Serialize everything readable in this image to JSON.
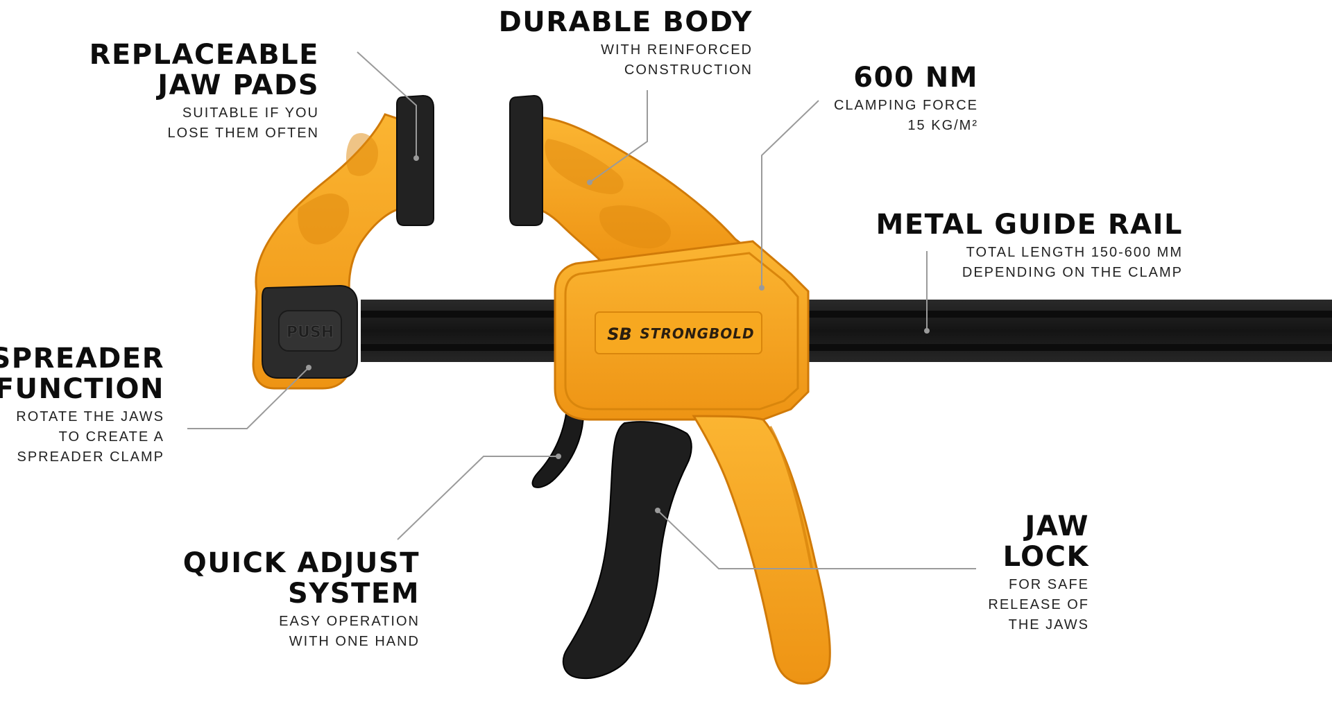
{
  "callouts": {
    "jaw_pads": {
      "title": "REPLACEABLE\nJAW PADS",
      "description": "SUITABLE IF YOU\nLOSE THEM OFTEN"
    },
    "durable_body": {
      "title": "DURABLE BODY",
      "description": "WITH REINFORCED\nCONSTRUCTION"
    },
    "clamping_force": {
      "title": "600 NM",
      "description": "CLAMPING FORCE\n15 KG/M²"
    },
    "guide_rail": {
      "title": "METAL GUIDE RAIL",
      "description": "TOTAL LENGTH 150-600 MM\nDEPENDING ON THE CLAMP"
    },
    "spreader": {
      "title": "SPREADER\nFUNCTION",
      "description": "ROTATE THE JAWS\nTO CREATE A\nSPREADER CLAMP"
    },
    "quick_adjust": {
      "title": "QUICK ADJUST\nSYSTEM",
      "description": "EASY OPERATION\nWITH ONE HAND"
    },
    "jaw_lock": {
      "title": "JAW\nLOCK",
      "description": "FOR SAFE\nRELEASE OF\nTHE JAWS"
    }
  },
  "product": {
    "brand_monogram": "SB",
    "brand_name": "STRONGBOLD",
    "push_label": "PUSH"
  },
  "colors": {
    "body_orange": "#F5A21D",
    "body_dark_orange": "#E58A0E",
    "rail_black": "#1c1c1c",
    "pad_black": "#222222",
    "leader_gray": "#9a9a9a"
  }
}
